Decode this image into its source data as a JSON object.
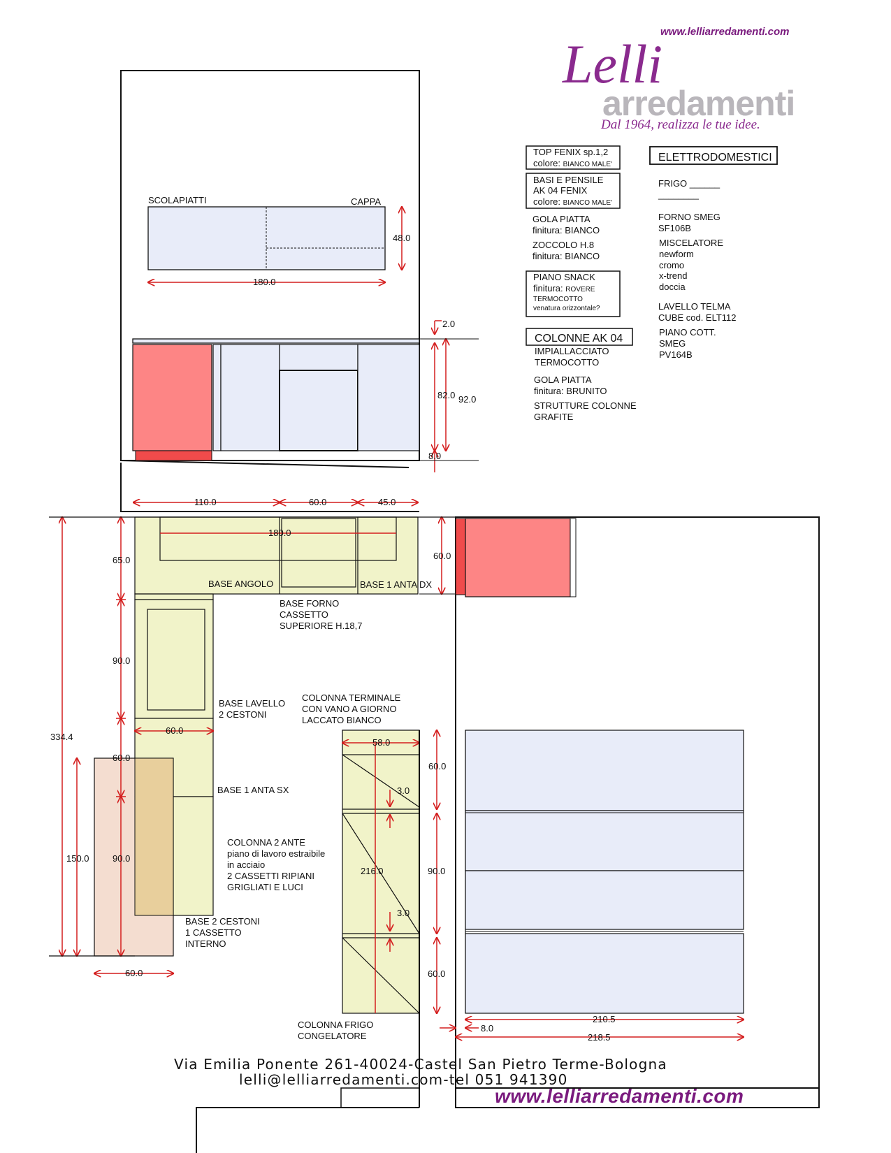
{
  "brand": {
    "url_top": "www.lelliarredamenti.com",
    "script_name": "Lelli",
    "word_name": "arredamenti",
    "tagline": "Dal 1964, realizza le tue idee."
  },
  "elevation": {
    "labels": {
      "scolapiatti": "SCOLAPIATTI",
      "cappa": "CAPPA"
    },
    "dims": {
      "wall_width": "180.0",
      "wall_height": "48.0",
      "top_thick": "2.0",
      "base_height": "82.0",
      "total_height": "92.0",
      "plinth": "8.0",
      "seg_110": "110.0",
      "seg_60": "60.0",
      "seg_45": "45.0"
    }
  },
  "plan": {
    "labels": {
      "base_angolo": "BASE ANGOLO",
      "base_1_anta_dx": "BASE 1 ANTA DX",
      "base_forno": [
        "BASE FORNO",
        "CASSETTO",
        "SUPERIORE H.18,7"
      ],
      "base_lavello": [
        "BASE LAVELLO",
        "2 CESTONI"
      ],
      "colonna_terminale": [
        "COLONNA TERMINALE",
        "CON VANO A GIORNO",
        "LACCATO BIANCO"
      ],
      "base_1_anta_sx": "BASE 1 ANTA SX",
      "colonna_2_ante": [
        "COLONNA 2 ANTE",
        "piano di lavoro estraibile",
        "in acciaio",
        "2 CASSETTI RIPIANI",
        "GRIGLIATI E LUCI"
      ],
      "base_2_cestoni": [
        "BASE 2 CESTONI",
        "1 CASSETTO",
        "INTERNO"
      ],
      "colonna_frigo": [
        "COLONNA FRIGO",
        "CONGELATORE"
      ]
    },
    "dims": {
      "top_run": "180.0",
      "depth_65": "65.0",
      "depth_60_top": "60.0",
      "run_90_a": "90.0",
      "base_60": "60.0",
      "left_60": "60.0",
      "run_90_b": "90.0",
      "overall_334": "334.4",
      "island_150": "150.0",
      "island_60": "60.0",
      "col_58": "58.0",
      "col_60_a": "60.0",
      "gap_3_a": "3.0",
      "col_216": "216.0",
      "col_90": "90.0",
      "gap_3_b": "3.0",
      "col_60_b": "60.0",
      "elev_8": "8.0",
      "elev_210": "210.5",
      "elev_218": "218.5"
    }
  },
  "specs": {
    "top_fenix": {
      "line1": "TOP  FENIX sp.1,2",
      "line2_label": "colore: ",
      "line2_value": "BIANCO MALE'"
    },
    "basi_pensile": {
      "line1": "BASI E PENSILE",
      "line2": "AK 04 FENIX",
      "line3_label": "colore: ",
      "line3_value": "BIANCO MALE'"
    },
    "gola": {
      "line1": "GOLA PIATTA",
      "line2": "finitura: BIANCO"
    },
    "zoccolo": {
      "line1": "ZOCCOLO H.8",
      "line2": "finitura: BIANCO"
    },
    "piano_snack": {
      "line1": "PIANO SNACK",
      "line2_label": "finitura: ",
      "line2_value": "ROVERE",
      "line3": "TERMOCOTTO",
      "line4": "venatura orizzontale?"
    },
    "colonne": {
      "title": "COLONNE  AK 04",
      "line1": "IMPIALLACCIATO",
      "line2": "TERMOCOTTO"
    },
    "gola2": {
      "line1": "GOLA PIATTA",
      "line2": "finitura: BRUNITO"
    },
    "strutture": {
      "line1": "STRUTTURE COLONNE",
      "line2": "GRAFITE"
    }
  },
  "appliances": {
    "title": "ELETTRODOMESTICI",
    "frigo": "FRIGO ______",
    "frigo_line2": "________",
    "forno": [
      "FORNO SMEG",
      "SF106B"
    ],
    "miscelatore": [
      "MISCELATORE",
      "newform",
      "cromo",
      "x-trend",
      "doccia"
    ],
    "lavello": [
      "LAVELLO TELMA",
      "CUBE cod. ELT112"
    ],
    "piano": [
      "PIANO COTT.",
      "SMEG",
      "PV164B"
    ]
  },
  "footer": {
    "address": "Via Emilia Ponente 261-40024-Castel San Pietro Terme-Bologna",
    "contact": "lelli@lelliarredamenti.com-tel 051 941390",
    "url": "www.lelliarredamenti.com"
  }
}
